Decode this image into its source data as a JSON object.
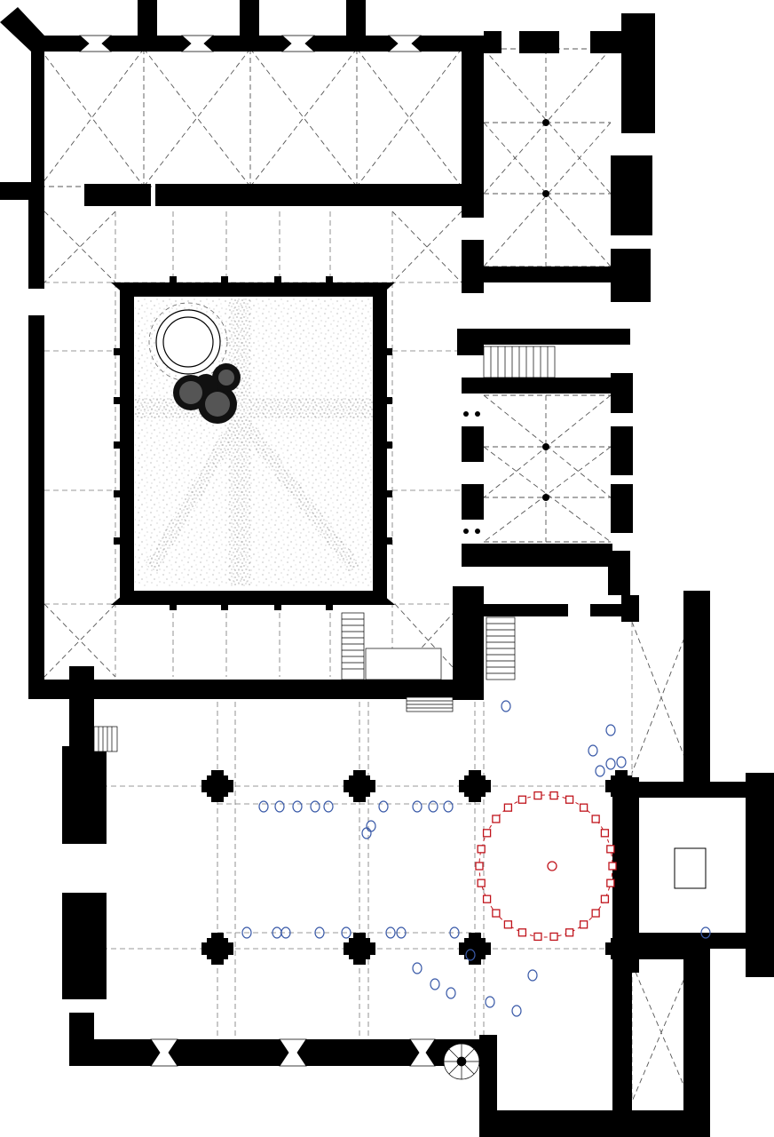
{
  "drawing": {
    "kind": "architectural-floor-plan",
    "colors": {
      "walls": "#000000",
      "background": "#ffffff",
      "vault_lines": "#555555",
      "garden_stipple": "#9a9a9a",
      "figures_congregation": "#3a5aa8",
      "figures_choir": "#c0141c"
    },
    "garden": {
      "features": [
        "circular-fountain",
        "tree-cluster",
        "stippled-lawn",
        "diagonal-paths"
      ]
    },
    "figures": {
      "congregation_count": 33,
      "choir_count": 27
    }
  }
}
